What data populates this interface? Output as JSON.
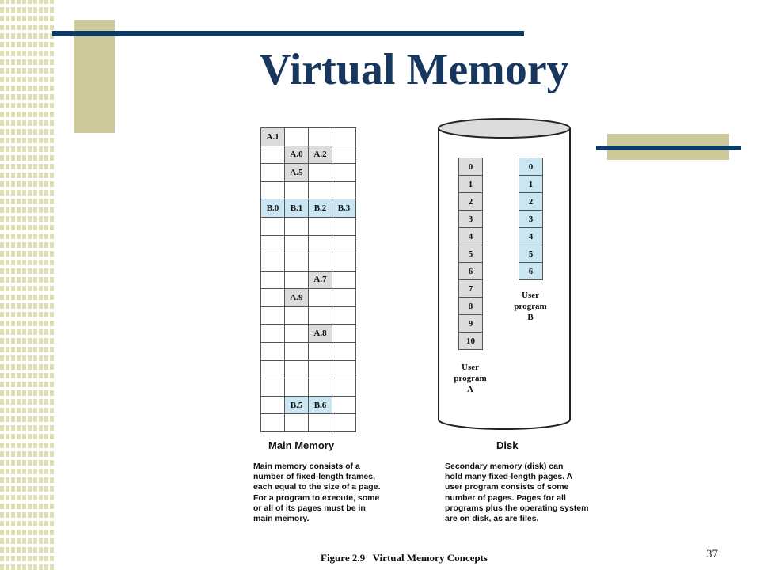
{
  "slide": {
    "title": "Virtual Memory",
    "page_number": "37",
    "colors": {
      "title": "#17375e",
      "accent_bar": "#0e3b63",
      "accent_block": "#cdc99a",
      "program_a_fill": "#dcdcdc",
      "program_b_fill": "#c9e6f2"
    }
  },
  "main_memory": {
    "label": "Main Memory",
    "columns": 4,
    "frames": [
      [
        "A.1",
        "",
        "",
        ""
      ],
      [
        "",
        "A.0",
        "A.2",
        ""
      ],
      [
        "",
        "A.5",
        "",
        ""
      ],
      [
        "",
        "",
        "",
        ""
      ],
      [
        "B.0",
        "B.1",
        "B.2",
        "B.3"
      ],
      [
        "",
        "",
        "",
        ""
      ],
      [
        "",
        "",
        "",
        ""
      ],
      [
        "",
        "",
        "",
        ""
      ],
      [
        "",
        "",
        "A.7",
        ""
      ],
      [
        "",
        "A.9",
        "",
        ""
      ],
      [
        "",
        "",
        "",
        ""
      ],
      [
        "",
        "",
        "A.8",
        ""
      ],
      [
        "",
        "",
        "",
        ""
      ],
      [
        "",
        "",
        "",
        ""
      ],
      [
        "",
        "",
        "",
        ""
      ],
      [
        "",
        "B.5",
        "B.6",
        ""
      ],
      [
        "",
        "",
        "",
        ""
      ]
    ],
    "description_lines": [
      "Main memory consists of a",
      "number of fixed-length frames,",
      "each equal to the size of a page.",
      "For a program to execute, some",
      "or all of its pages must be in",
      "main memory."
    ]
  },
  "disk": {
    "label": "Disk",
    "program_a": {
      "pages": [
        "0",
        "1",
        "2",
        "3",
        "4",
        "5",
        "6",
        "7",
        "8",
        "9",
        "10"
      ],
      "label_lines": [
        "User",
        "program",
        "A"
      ]
    },
    "program_b": {
      "pages": [
        "0",
        "1",
        "2",
        "3",
        "4",
        "5",
        "6"
      ],
      "label_lines": [
        "User",
        "program",
        "B"
      ]
    },
    "description_lines": [
      "Secondary memory (disk) can",
      "hold many fixed-length pages. A",
      "user program consists of some",
      "number of pages. Pages for all",
      "programs plus the operating system",
      "are on disk, as are files."
    ]
  },
  "figure_caption": "Figure 2.9   Virtual Memory Concepts"
}
